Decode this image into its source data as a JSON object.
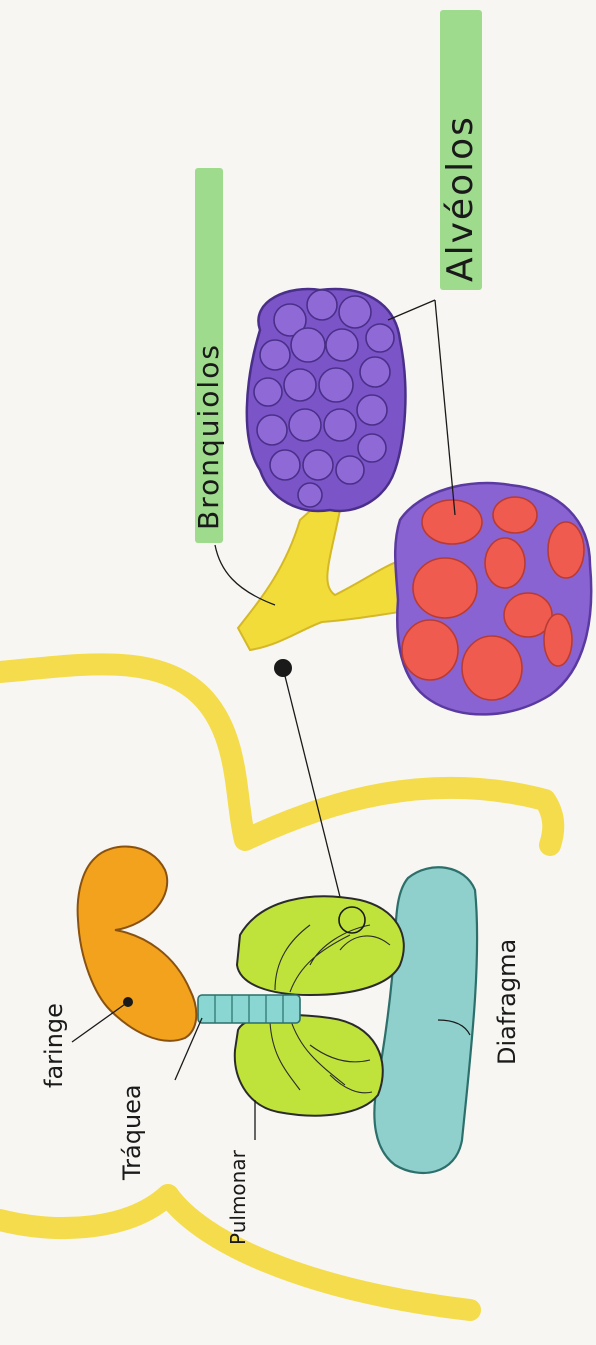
{
  "labels": {
    "bronquiolos": "Bronquiolos",
    "alveolos": "Alvéolos",
    "faringe": "faringe",
    "traquea": "Tráquea",
    "pulmonar": "Pulmonar",
    "diafragma": "Diafragma"
  },
  "colors": {
    "paper": "#f7f6f3",
    "highlight_green": "#8fd67a",
    "body_outline_yellow": "#f3d93a",
    "bronchi_yellow": "#f2dc3a",
    "bronchiole_purple": "#7b55c7",
    "alveoli_purple": "#8a63d2",
    "alveoli_red": "#ef5b4f",
    "faringe_orange": "#f2a21c",
    "traquea_teal": "#89d6d3",
    "lung_green": "#bfe33a",
    "diafragma_teal": "#8fd0cc",
    "ink": "#1a1a1a"
  }
}
